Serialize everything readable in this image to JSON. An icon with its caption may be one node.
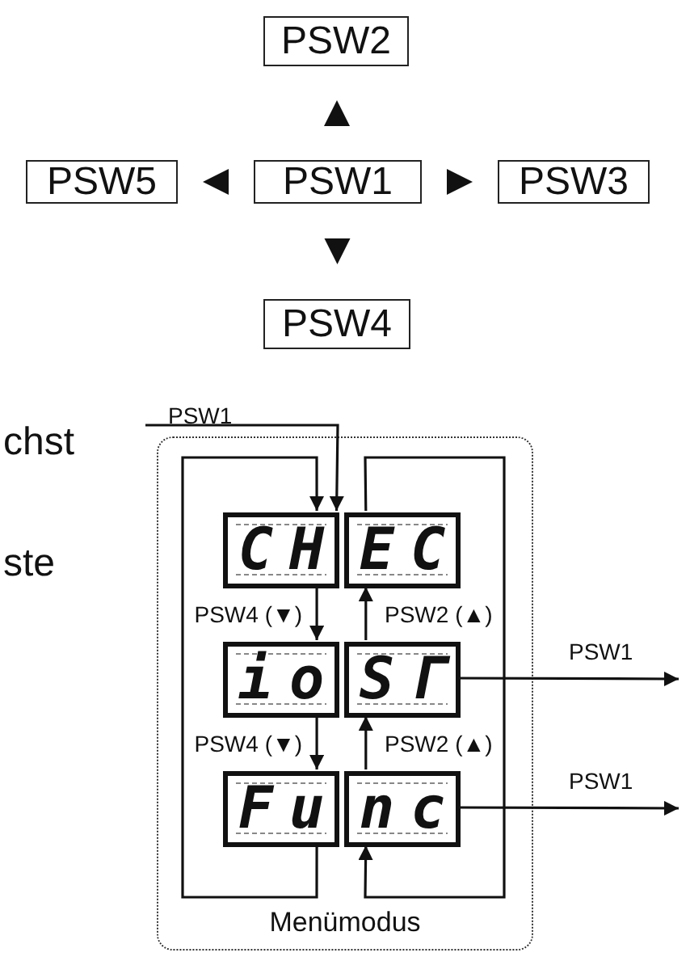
{
  "diagram": {
    "nodes": [
      {
        "text": [
          "PSW2"
        ]
      },
      {
        "text": [
          "PSW5"
        ]
      },
      {
        "text": [
          "PSW1"
        ]
      },
      {
        "text": [
          "PSW3"
        ]
      },
      {
        "text": [
          "PSW4"
        ]
      },
      {
        "text": [
          "Menümodus"
        ]
      },
      {
        "text": [
          "CH"
        ],
        "in": 5
      },
      {
        "text": [
          "EC"
        ],
        "in": 5
      },
      {
        "text": [
          "io"
        ],
        "in": 5
      },
      {
        "text": [
          "SΓ"
        ],
        "in": 5
      },
      {
        "text": [
          "Fu"
        ],
        "in": 5
      },
      {
        "text": [
          "nc"
        ],
        "in": 5
      }
    ],
    "edges": [
      {
        "from": 2,
        "to": 0,
        "arrow": "to"
      },
      {
        "from": 2,
        "to": 3,
        "arrow": "to"
      },
      {
        "from": 2,
        "to": 4,
        "arrow": "to"
      },
      {
        "from": 2,
        "to": 1,
        "arrow": "to"
      },
      {
        "from": null,
        "to": 6,
        "arrow": "to",
        "label": "PSW1"
      },
      {
        "from": 10,
        "to": 6,
        "arrow": "to"
      },
      {
        "from": 7,
        "to": 11,
        "arrow": "to"
      },
      {
        "from": 6,
        "to": 8,
        "arrow": "to",
        "label": "PSW4 (▼)"
      },
      {
        "from": 8,
        "to": 10,
        "arrow": "to",
        "label": "PSW4 (▼)"
      },
      {
        "from": 11,
        "to": 9,
        "arrow": "to",
        "label": "PSW2 (▲)"
      },
      {
        "from": 9,
        "to": 7,
        "arrow": "to",
        "label": "PSW2 (▲)"
      },
      {
        "from": 9,
        "to": null,
        "arrow": "to",
        "label": "PSW1"
      },
      {
        "from": 11,
        "to": null,
        "arrow": "to",
        "label": "PSW1"
      }
    ],
    "labels": [
      "chst",
      "ste"
    ]
  }
}
